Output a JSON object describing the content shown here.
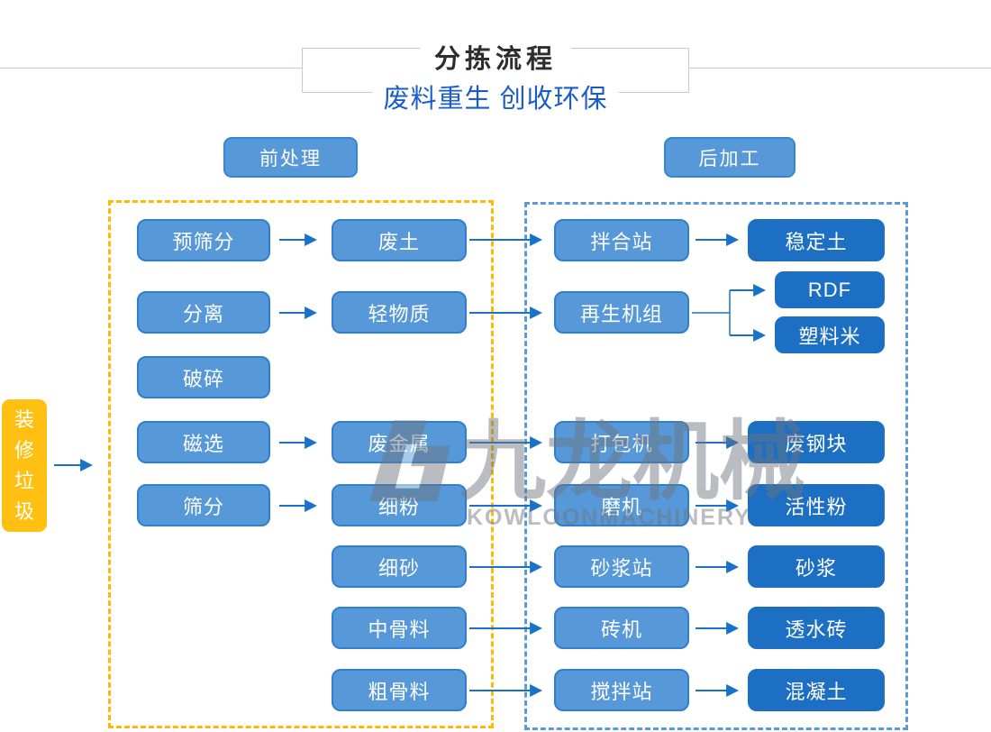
{
  "header": {
    "title": "分拣流程",
    "subtitle": "废料重生 创收环保"
  },
  "sections": {
    "pre_label": "前处理",
    "post_label": "后加工"
  },
  "source_label": "装修垃圾",
  "nodes": {
    "pre_screen": "预筛分",
    "waste_soil": "废土",
    "mixing_station": "拌合站",
    "stabilized_soil": "稳定土",
    "separation": "分离",
    "light_material": "轻物质",
    "recycling_unit": "再生机组",
    "rdf": "RDF",
    "plastic_pellets": "塑料米",
    "crushing": "破碎",
    "magnetic_separation": "磁选",
    "scrap_metal": "废金属",
    "baler": "打包机",
    "scrap_steel": "废钢块",
    "screening": "筛分",
    "fine_powder": "细粉",
    "mill": "磨机",
    "active_powder": "活性粉",
    "fine_sand": "细砂",
    "mortar_station": "砂浆站",
    "mortar": "砂浆",
    "medium_aggregate": "中骨料",
    "brick_machine": "砖机",
    "permeable_brick": "透水砖",
    "coarse_aggregate": "粗骨料",
    "mixing_plant": "搅拌站",
    "concrete": "混凝土"
  },
  "edges": [
    [
      "装修垃圾",
      "前处理"
    ],
    [
      "预筛分",
      "废土"
    ],
    [
      "废土",
      "拌合站"
    ],
    [
      "拌合站",
      "稳定土"
    ],
    [
      "分离",
      "轻物质"
    ],
    [
      "轻物质",
      "再生机组"
    ],
    [
      "再生机组",
      "RDF"
    ],
    [
      "再生机组",
      "塑料米"
    ],
    [
      "磁选",
      "废金属"
    ],
    [
      "废金属",
      "打包机"
    ],
    [
      "打包机",
      "废钢块"
    ],
    [
      "筛分",
      "细粉"
    ],
    [
      "细粉",
      "磨机"
    ],
    [
      "磨机",
      "活性粉"
    ],
    [
      "细砂",
      "砂浆站"
    ],
    [
      "砂浆站",
      "砂浆"
    ],
    [
      "中骨料",
      "砖机"
    ],
    [
      "砖机",
      "透水砖"
    ],
    [
      "粗骨料",
      "搅拌站"
    ],
    [
      "搅拌站",
      "混凝土"
    ]
  ],
  "watermark": {
    "cn": "九龙机械",
    "en": "KOWLOONMACHINERY"
  },
  "colors": {
    "node_light": "#5798D8",
    "node_dark": "#1C6FC3",
    "node_border": "#2F7FD1",
    "source_yellow": "#FFC011",
    "dash_yellow": "#FFB900",
    "dash_blue": "#5B9BD5",
    "arrow_blue": "#1873C8",
    "subtitle_blue": "#1A5CC8",
    "title_dark": "#2D2D2D",
    "frame_gray": "#C3C9D5"
  }
}
